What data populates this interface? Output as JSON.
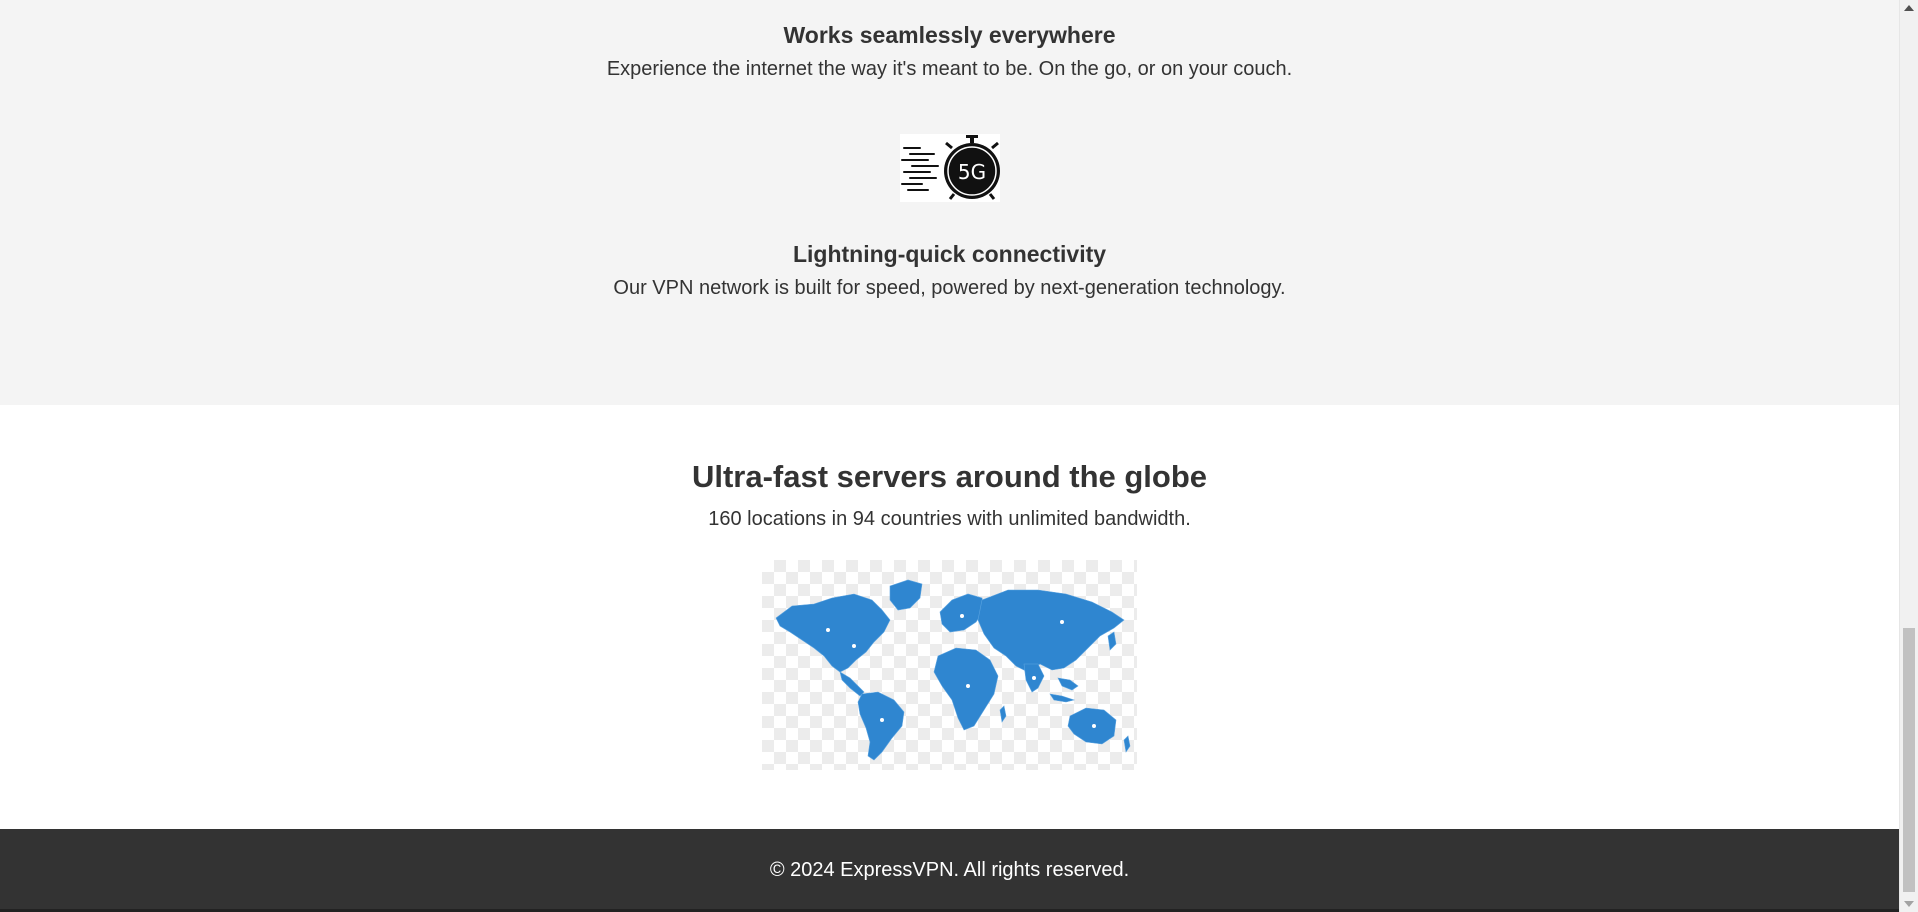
{
  "features": [
    {
      "title": "Works seamlessly everywhere",
      "description": "Experience the internet the way it's meant to be. On the go, or on your couch."
    },
    {
      "icon": "5g-stopwatch-icon",
      "icon_text": "5G",
      "title": "Lightning-quick connectivity",
      "description": "Our VPN network is built for speed, powered by next-generation technology."
    }
  ],
  "servers": {
    "title": "Ultra-fast servers around the globe",
    "description": "160 locations in 94 countries with unlimited bandwidth.",
    "map_icon": "world-map-image",
    "map_color": "#2f86d0"
  },
  "footer": {
    "copyright": "© 2024 ExpressVPN. All rights reserved."
  },
  "colors": {
    "features_bg": "#f4f4f4",
    "text": "#333333",
    "footer_bg": "#333333"
  }
}
